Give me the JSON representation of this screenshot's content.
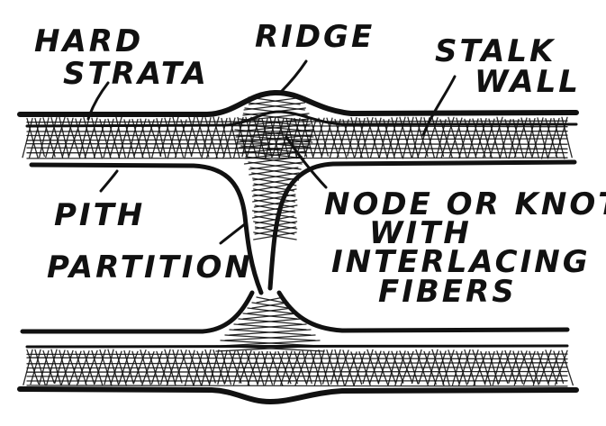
{
  "diagram": {
    "labels": {
      "hard_strata_1": "HARD",
      "hard_strata_2": "STRATA",
      "ridge": "RIDGE",
      "stalk_wall_1": "STALK",
      "stalk_wall_2": "WALL",
      "pith": "PITH",
      "partition": "PARTITION",
      "node_1": "NODE OR KNOT",
      "node_2": "WITH",
      "node_3": "INTERLACING",
      "node_4": "FIBERS"
    },
    "colors": {
      "ink": "#111111",
      "paper": "#ffffff"
    }
  }
}
